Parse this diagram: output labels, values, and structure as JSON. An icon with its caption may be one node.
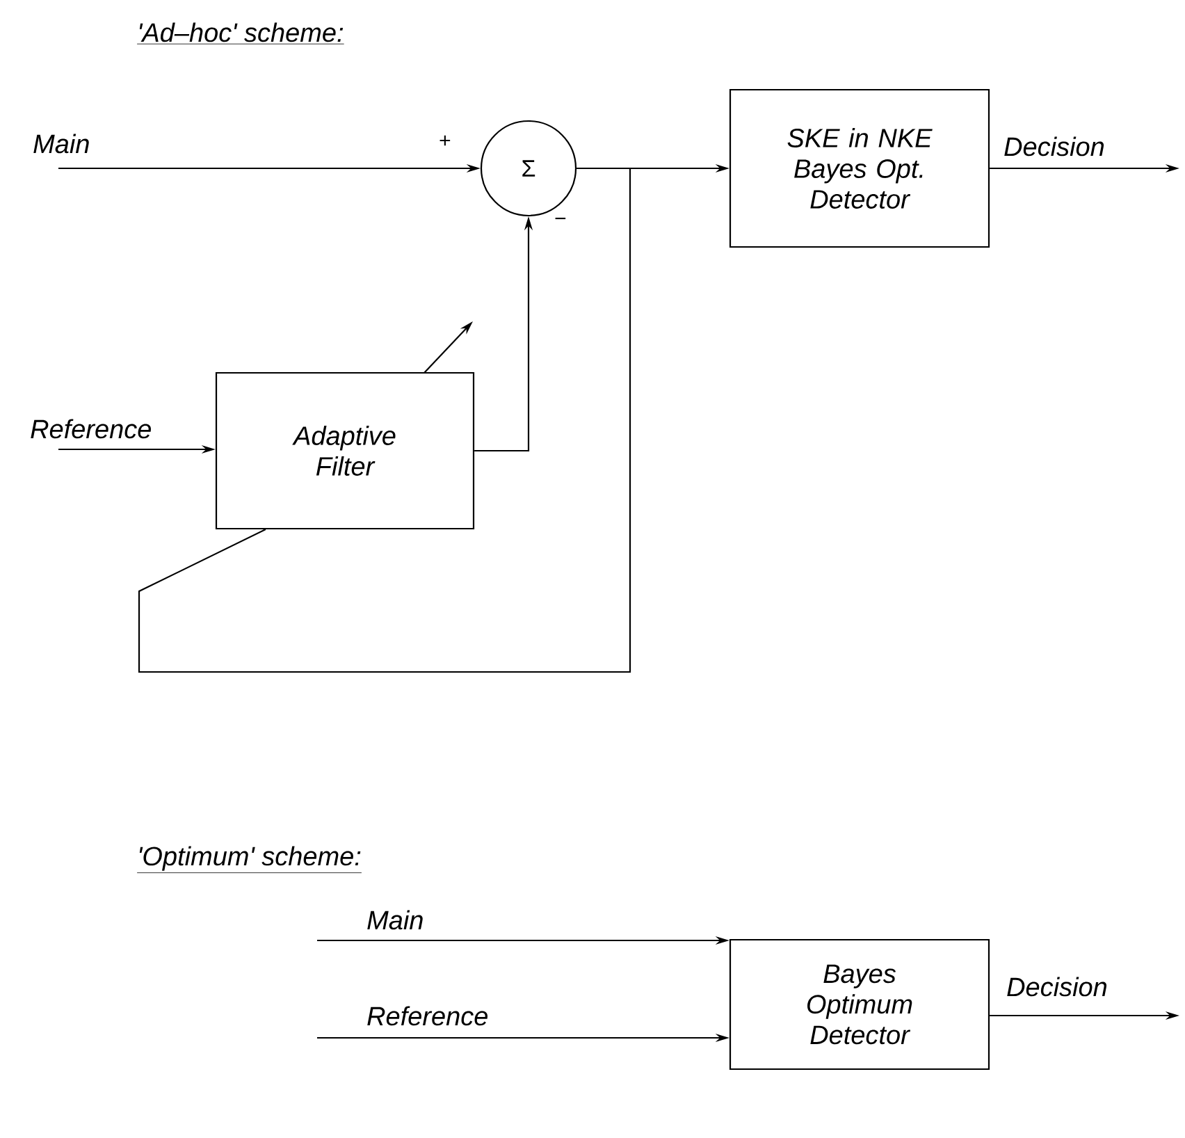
{
  "diagram": {
    "title": "'Ad–hoc' scheme:",
    "nodes": [
      {
        "text": [
          "Σ"
        ]
      },
      {
        "text": [
          "SKE in NKE Bayes Opt. Detector"
        ]
      },
      {
        "text": [
          "Adaptive Filter"
        ]
      },
      {
        "text": [
          "Bayes Optimum Detector"
        ]
      }
    ],
    "edges": [
      {
        "from": null,
        "to": 0,
        "arrow": "to",
        "label": "Main"
      },
      {
        "from": 0,
        "to": 1,
        "arrow": "to"
      },
      {
        "from": 1,
        "to": null,
        "arrow": "to",
        "label": "Decision"
      },
      {
        "from": null,
        "to": 2,
        "arrow": "to",
        "label": "Reference"
      },
      {
        "from": 2,
        "to": 0,
        "arrow": "to"
      },
      {
        "from": 0,
        "to": 2,
        "arrow": "none"
      },
      {
        "from": null,
        "to": 3,
        "arrow": "to",
        "label": "Main"
      },
      {
        "from": null,
        "to": 3,
        "arrow": "to",
        "label": "Reference"
      },
      {
        "from": 3,
        "to": null,
        "arrow": "to",
        "label": "Decision"
      }
    ],
    "labels": [
      "+",
      "−",
      "'Optimum' scheme:"
    ]
  }
}
